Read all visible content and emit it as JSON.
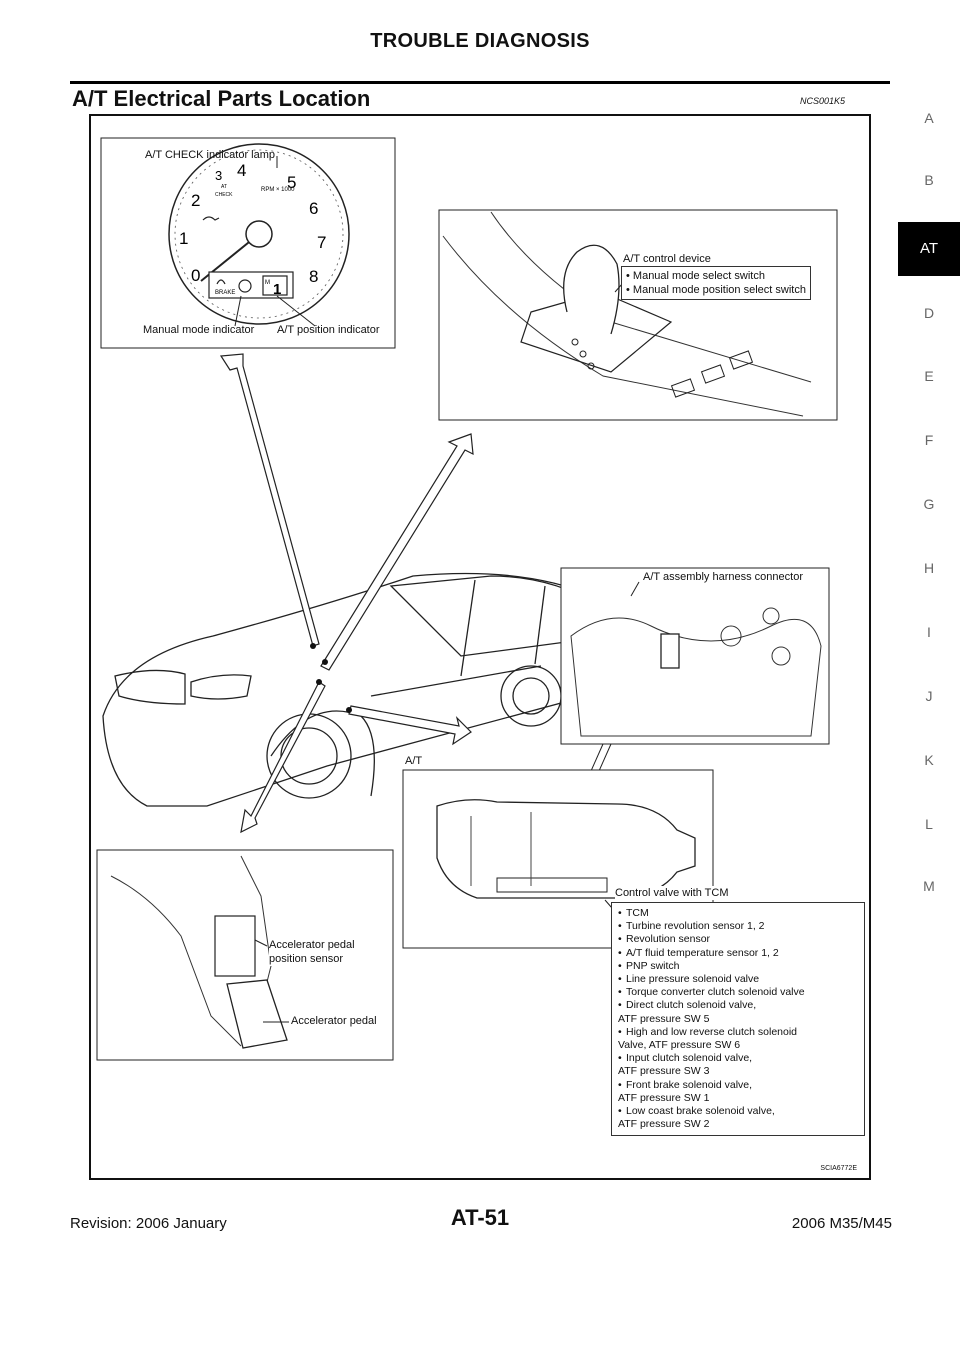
{
  "header": {
    "title": "TROUBLE DIAGNOSIS"
  },
  "section": {
    "title": "A/T Electrical Parts Location",
    "code": "NCS001K5"
  },
  "side_index": [
    "A",
    "B",
    "AT",
    "D",
    "E",
    "F",
    "G",
    "H",
    "I",
    "J",
    "K",
    "L",
    "M"
  ],
  "side_index_active": "AT",
  "figure": {
    "gauge": {
      "title": "A/T CHECK indicator lamp",
      "rpm_label": "RPM × 1000",
      "check_label": "CHECK",
      "at_label": "AT",
      "brake_label": "BRAKE",
      "m_label": "M",
      "gear_digit": "1",
      "numbers": [
        "0",
        "1",
        "2",
        "3",
        "4",
        "5",
        "6",
        "7",
        "8"
      ],
      "manual_mode_indicator": "Manual mode indicator",
      "position_indicator": "A/T position indicator"
    },
    "control_device": {
      "title": "A/T control device",
      "items": [
        "• Manual mode select switch",
        "• Manual mode position select switch"
      ]
    },
    "harness": {
      "title": "A/T assembly harness connector"
    },
    "transmission": {
      "title": "A/T",
      "valve_label": "Control valve with TCM"
    },
    "pedal": {
      "sensor_label_1": "Accelerator pedal",
      "sensor_label_2": "position sensor",
      "pedal_label": "Accelerator pedal"
    },
    "tcm_list": [
      {
        "main": "TCM",
        "cont": ""
      },
      {
        "main": "Turbine revolution sensor 1, 2",
        "cont": ""
      },
      {
        "main": "Revolution sensor",
        "cont": ""
      },
      {
        "main": "A/T fluid temperature sensor 1, 2",
        "cont": ""
      },
      {
        "main": "PNP switch",
        "cont": ""
      },
      {
        "main": "Line pressure solenoid valve",
        "cont": ""
      },
      {
        "main": "Torque converter clutch solenoid valve",
        "cont": ""
      },
      {
        "main": "Direct clutch solenoid valve,",
        "cont": "ATF pressure SW 5"
      },
      {
        "main": "High and low reverse clutch solenoid",
        "cont": "Valve, ATF pressure SW 6"
      },
      {
        "main": "Input clutch solenoid valve,",
        "cont": "ATF pressure SW 3"
      },
      {
        "main": "Front brake solenoid valve,",
        "cont": "ATF pressure SW 1"
      },
      {
        "main": "Low coast brake solenoid valve,",
        "cont": "ATF pressure SW 2"
      }
    ],
    "ref_code": "SCIA6772E"
  },
  "footer": {
    "left": "Revision: 2006 January",
    "center": "AT-51",
    "right": "2006 M35/M45"
  }
}
